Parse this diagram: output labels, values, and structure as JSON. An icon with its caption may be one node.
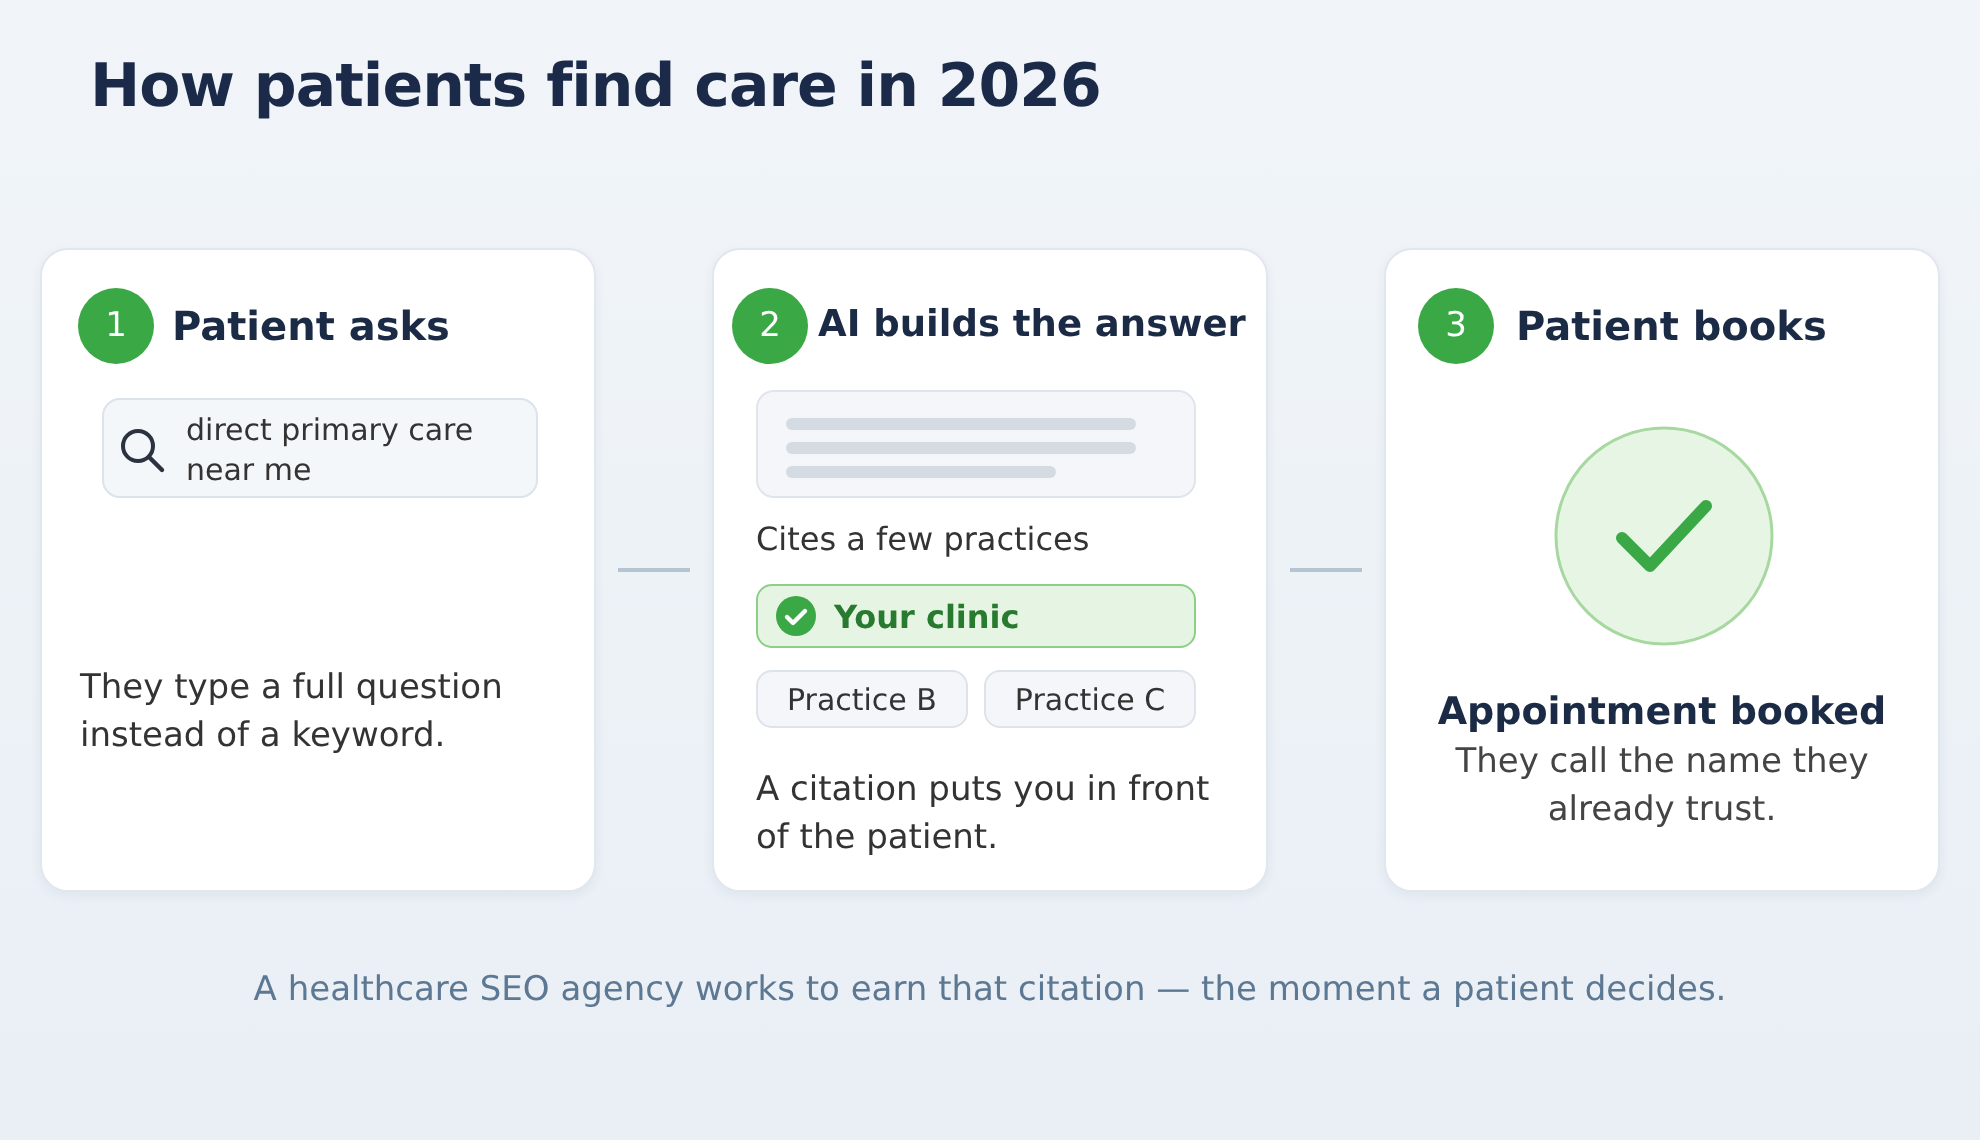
{
  "diagram": {
    "title": "How patients find care in 2026",
    "nodes": [
      {
        "text": [
          "Patient asks",
          "They type a full question instead of a keyword."
        ]
      },
      {
        "text": [
          "1"
        ],
        "in": 0
      },
      {
        "text": [
          "direct primary care near me"
        ],
        "in": 0
      },
      {
        "text": [
          "AI builds the answer",
          "Cites a few practices",
          "A citation puts you in front of the patient."
        ]
      },
      {
        "text": [
          "2"
        ],
        "in": 3
      },
      {
        "text": [],
        "shape": "box",
        "in": 3
      },
      {
        "text": [
          "Your clinic"
        ],
        "in": 3
      },
      {
        "text": [
          "Practice B"
        ],
        "in": 3
      },
      {
        "text": [
          "Practice C"
        ],
        "in": 3
      },
      {
        "text": [
          "Patient books",
          "Appointment booked",
          "They call the name they already trust."
        ]
      },
      {
        "text": [
          "3"
        ],
        "in": 9
      },
      {
        "text": [],
        "shape": "circle",
        "in": 9
      }
    ],
    "edges": [
      {
        "from": 0,
        "to": 3,
        "arrow": "none"
      },
      {
        "from": 3,
        "to": 9,
        "arrow": "none"
      }
    ],
    "caption": "A healthcare SEO agency works to earn that citation — the moment a patient decides."
  }
}
